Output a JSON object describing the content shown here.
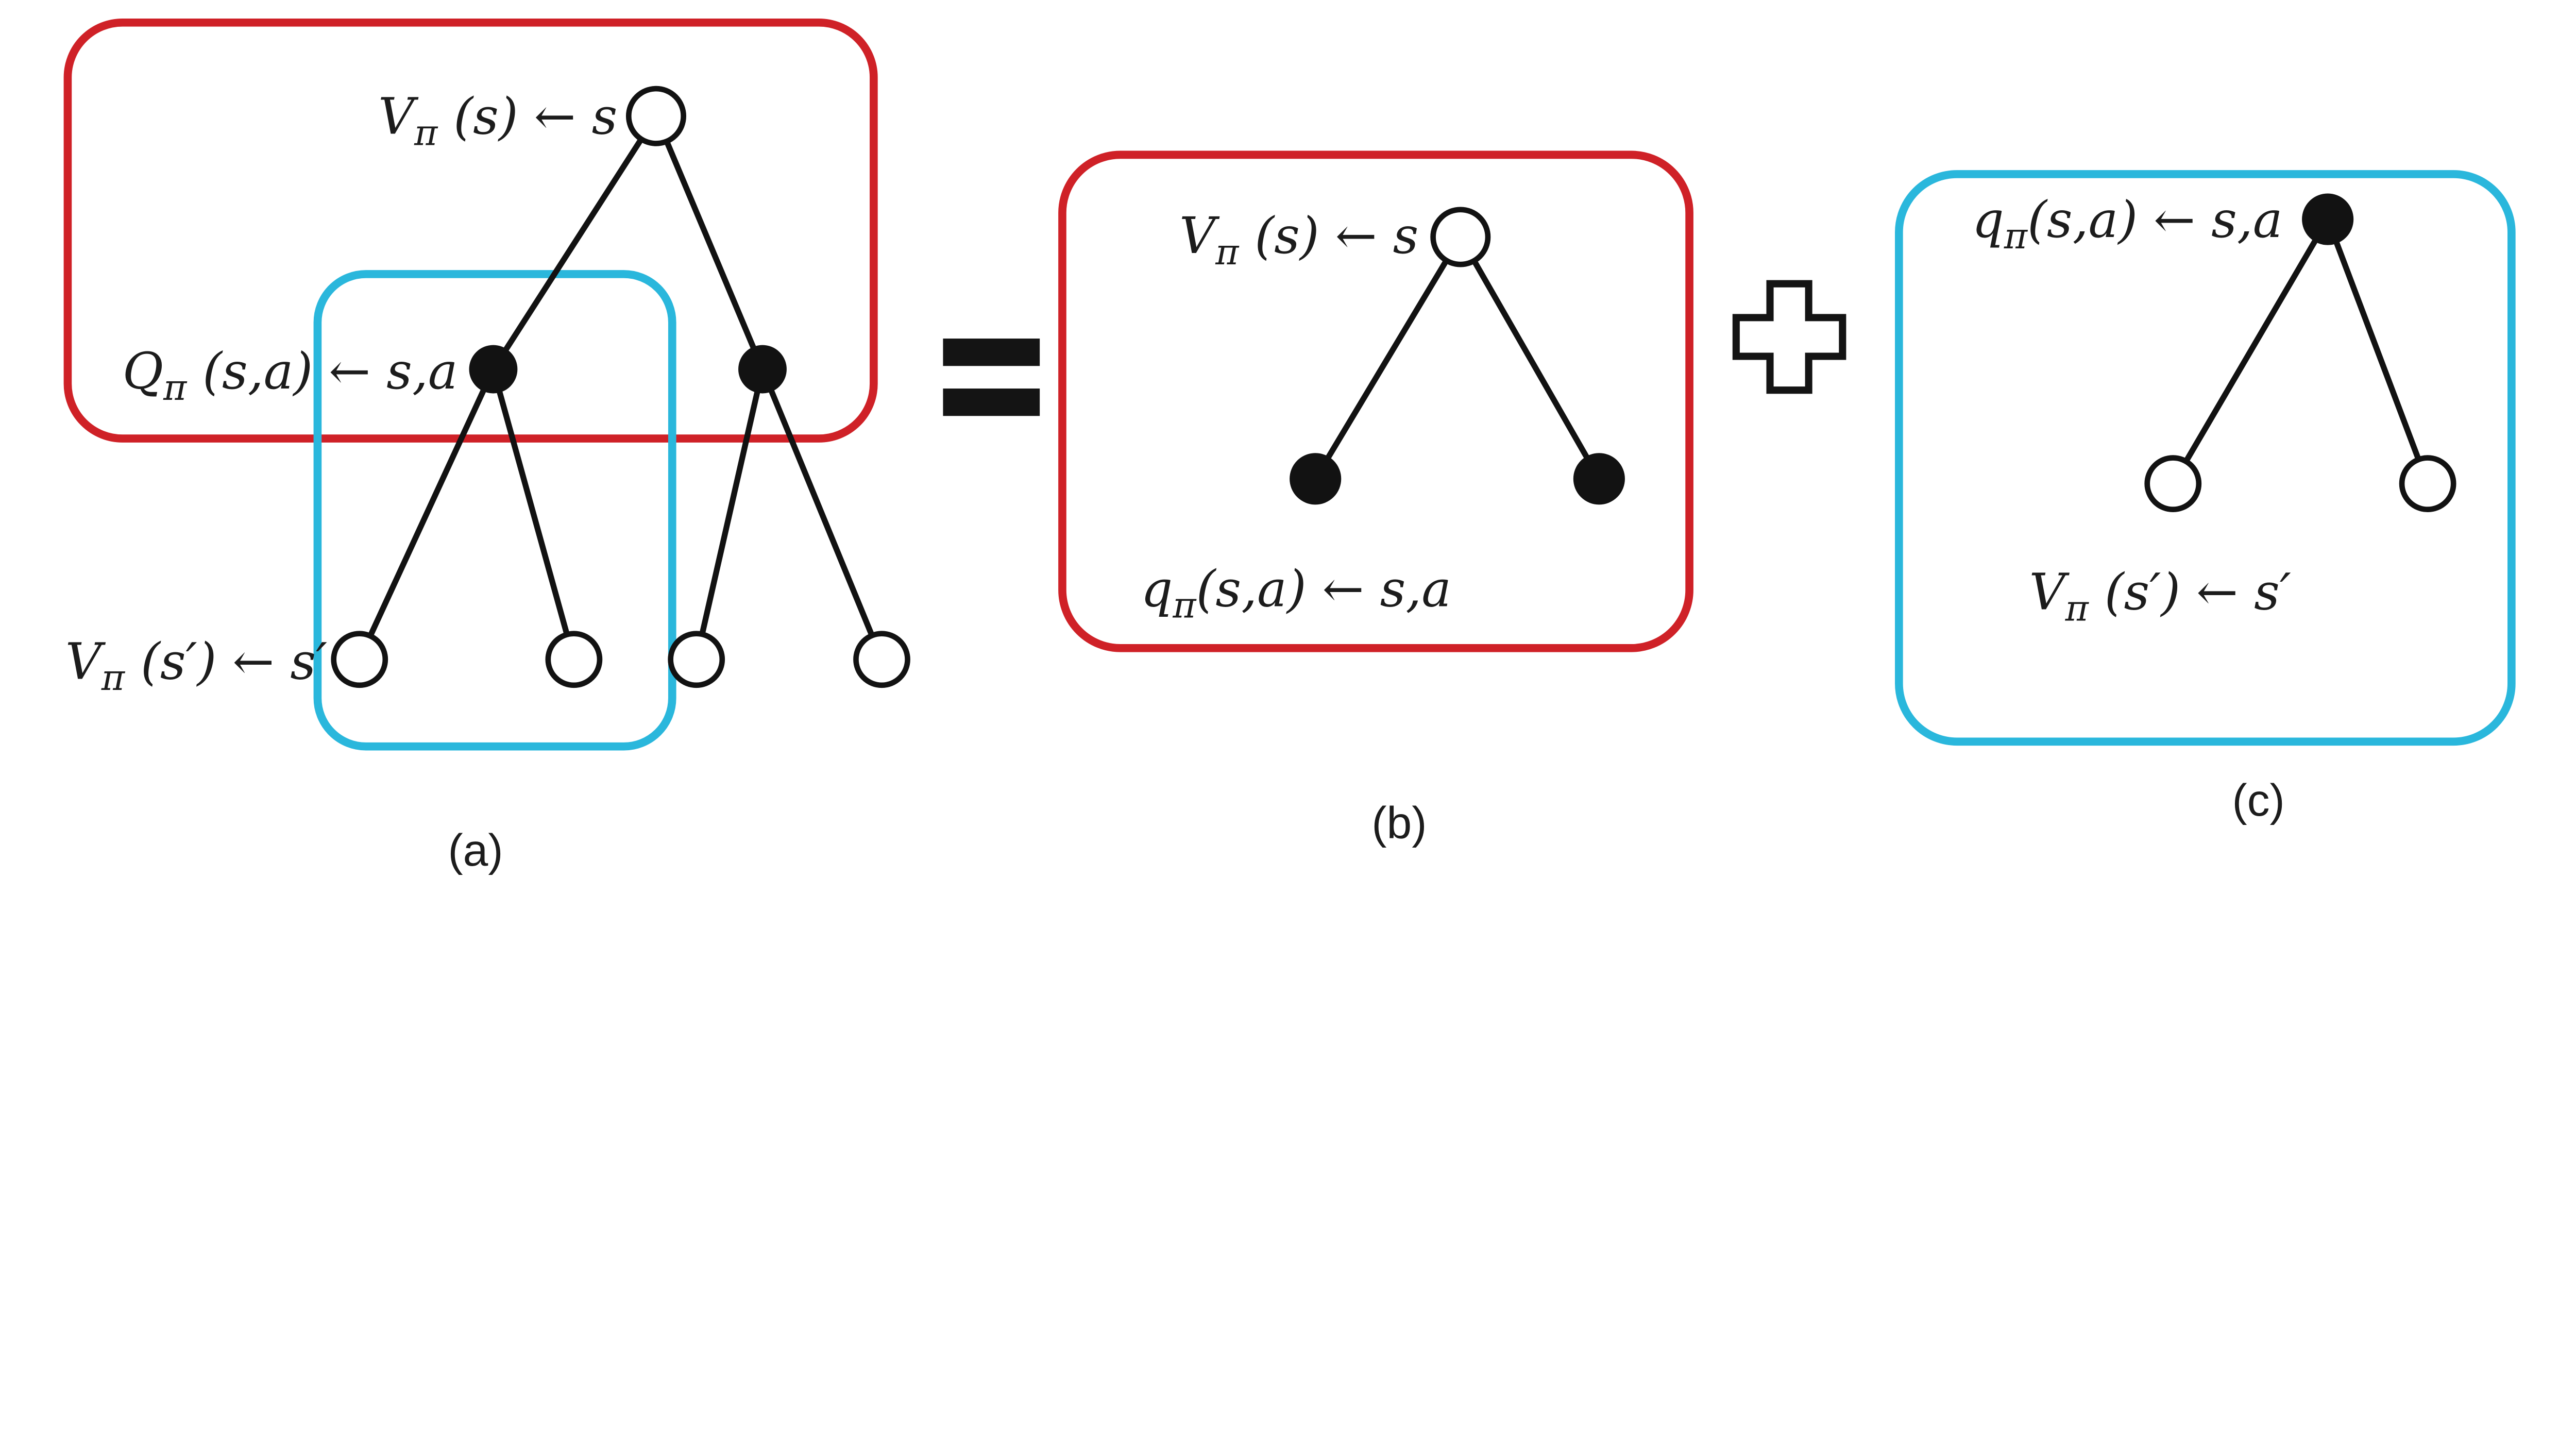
{
  "colors": {
    "red": "#cf2127",
    "cyan": "#2ab7dc",
    "ink": "#141414"
  },
  "operators": {
    "equals_icon": "equals",
    "plus_icon": "plus"
  },
  "panels": {
    "a": {
      "caption": "(a)",
      "root_label": {
        "base": "V",
        "sub": "π",
        "rest": " (s) ← s"
      },
      "action_label": {
        "base": "Q",
        "sub": "π",
        "rest": " (s,a) ← s,a"
      },
      "leaf_label": {
        "base": "V",
        "sub": "π",
        "rest": " (s′) ← s′"
      }
    },
    "b": {
      "caption": "(b)",
      "root_label": {
        "base": "V",
        "sub": "π",
        "rest": " (s) ← s"
      },
      "action_label": {
        "base": "q",
        "sub": "π",
        "rest": "(s,a) ← s,a"
      }
    },
    "c": {
      "caption": "(c)",
      "root_label": {
        "base": "q",
        "sub": "π",
        "rest": "(s,a) ← s,a"
      },
      "leaf_label": {
        "base": "V",
        "sub": "π",
        "rest": " (s′) ← s′"
      }
    }
  }
}
